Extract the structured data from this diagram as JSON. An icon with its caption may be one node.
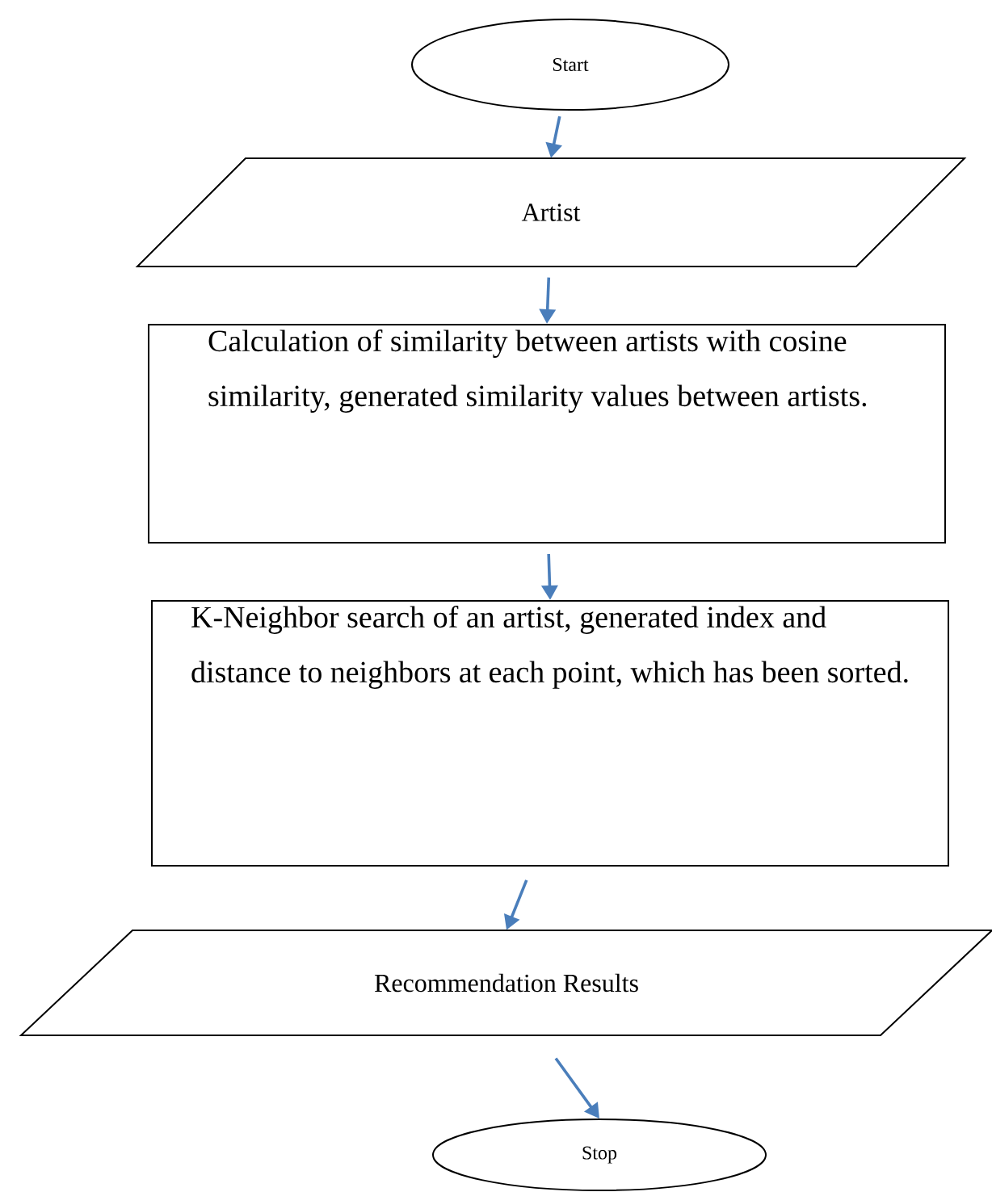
{
  "diagram": {
    "nodes": [
      {
        "text": [
          "Start"
        ]
      },
      {
        "text": [
          "Artist"
        ]
      },
      {
        "text": [
          "Calculation of similarity between artists with cosine similarity, generated similarity values between artists."
        ]
      },
      {
        "text": [
          "K-Neighbor search of an artist, generated index and distance to neighbors at each point, which has been sorted."
        ]
      },
      {
        "text": [
          "Recommendation Results"
        ]
      },
      {
        "text": [
          "Stop"
        ]
      }
    ],
    "edges": [
      {
        "from": 0,
        "to": 1,
        "arrow": "to"
      },
      {
        "from": 1,
        "to": 2,
        "arrow": "to"
      },
      {
        "from": 2,
        "to": 3,
        "arrow": "to"
      },
      {
        "from": 3,
        "to": 4,
        "arrow": "to"
      },
      {
        "from": 4,
        "to": 5,
        "arrow": "to"
      }
    ]
  }
}
